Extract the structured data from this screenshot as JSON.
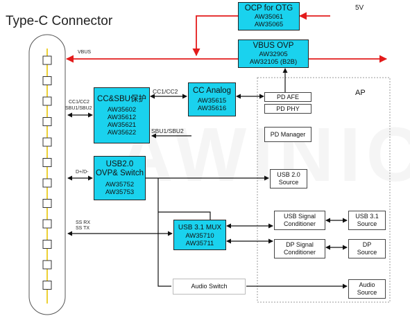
{
  "title": "Type-C Connector",
  "watermark": "AWINIC",
  "colors": {
    "block": "#1ad2ee",
    "vbus_line": "#e31b1b",
    "wire": "#111111",
    "ap_border": "#999999"
  },
  "blocks": {
    "ocp": {
      "name": "OCP for OTG",
      "parts": [
        "AW35061",
        "AW35065"
      ]
    },
    "vbus_ovp": {
      "name": "VBUS OVP",
      "parts": [
        "AW32905",
        "AW32105 (B2B)"
      ]
    },
    "cc_sbu": {
      "name": "CC&SBU保护",
      "parts": [
        "AW35602",
        "AW35612",
        "AW35621",
        "AW35622"
      ]
    },
    "cc_analog": {
      "name": "CC Analog",
      "parts": [
        "AW35615",
        "AW35616"
      ]
    },
    "usb2": {
      "name_line1": "USB2.0",
      "name_line2": "OVP& Switch",
      "parts": [
        "AW35752",
        "AW35753"
      ]
    },
    "usb31_mux": {
      "name": "USB 3.1 MUX",
      "parts": [
        "AW35710",
        "AW35711"
      ]
    }
  },
  "ap": {
    "label": "AP",
    "pd_afe": "PD AFE",
    "pd_phy": "PD PHY",
    "pd_manager": "PD Manager",
    "usb2_source": [
      "USB 2.0",
      "Source"
    ],
    "usb_signal_conditioner": [
      "USB Signal",
      "Conditioner"
    ],
    "usb31_source": [
      "USB 3.1",
      "Source"
    ],
    "dp_signal_conditioner": [
      "DP Signal",
      "Conditioner"
    ],
    "dp_source": [
      "DP",
      "Source"
    ],
    "audio_source": [
      "Audio",
      "Source"
    ]
  },
  "audio_switch": "Audio Switch",
  "labels": {
    "five_v": "5V",
    "vbus": "VBUS",
    "cc_left_1": "CC1/CC2",
    "cc_left_2": "SBU1/SBU2",
    "cc_mid": "CC1/CC2",
    "sbu_mid": "SBU1/SBU2",
    "dpdm": "D+/D-",
    "ssrx": "SS RX",
    "sstx": "SS TX"
  },
  "connector_pins": 12
}
